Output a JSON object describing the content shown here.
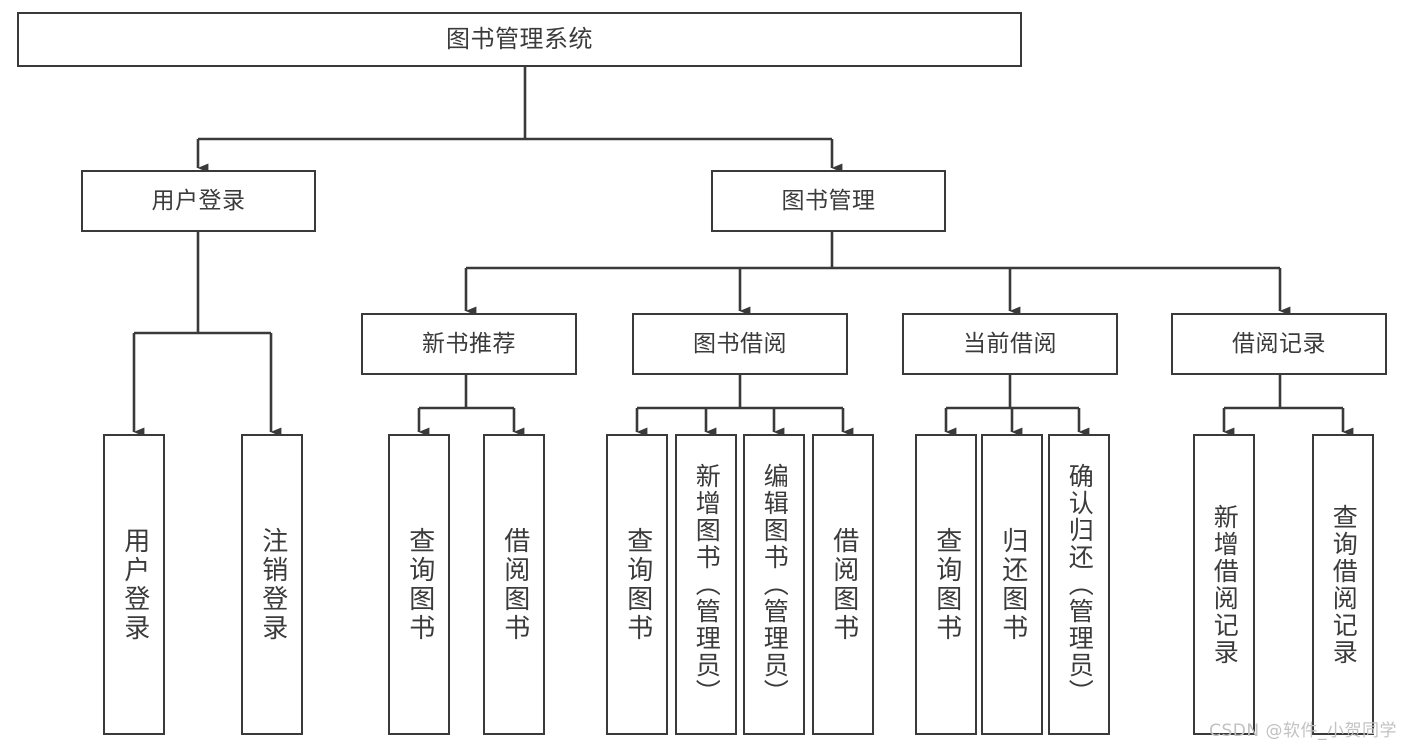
{
  "diagram": {
    "title": "图书管理系统",
    "type": "tree-hierarchy",
    "watermark": "CSDN @软件_小贺同学",
    "colors": {
      "stroke": "#3a3a3a",
      "text": "#3b3b3b",
      "background": "#ffffff",
      "watermark": "#c2c2c2"
    }
  },
  "nodes": {
    "root": {
      "label": "图书管理系统"
    },
    "level2": [
      {
        "id": "user-login",
        "label": "用户登录"
      },
      {
        "id": "book-manage",
        "label": "图书管理"
      }
    ],
    "level3": [
      {
        "id": "new-book-recommend",
        "label": "新书推荐"
      },
      {
        "id": "book-borrow",
        "label": "图书借阅"
      },
      {
        "id": "current-borrow",
        "label": "当前借阅"
      },
      {
        "id": "borrow-record",
        "label": "借阅记录"
      }
    ],
    "leaves": {
      "user-login": [
        {
          "id": "leaf-user-login",
          "label": "用户登录"
        },
        {
          "id": "leaf-logout-login",
          "label": "注销登录"
        }
      ],
      "new-book-recommend": [
        {
          "id": "leaf-query-book-1",
          "label": "查询图书"
        },
        {
          "id": "leaf-borrow-book-1",
          "label": "借阅图书"
        }
      ],
      "book-borrow": [
        {
          "id": "leaf-query-book-2",
          "label": "查询图书"
        },
        {
          "id": "leaf-add-book-admin",
          "label": "新增图书（管理员）"
        },
        {
          "id": "leaf-edit-book-admin",
          "label": "编辑图书（管理员）"
        },
        {
          "id": "leaf-borrow-book-2",
          "label": "借阅图书"
        }
      ],
      "current-borrow": [
        {
          "id": "leaf-query-book-3",
          "label": "查询图书"
        },
        {
          "id": "leaf-return-book",
          "label": "归还图书"
        },
        {
          "id": "leaf-confirm-return-admin",
          "label": "确认归还（管理员）"
        }
      ],
      "borrow-record": [
        {
          "id": "leaf-add-borrow-record",
          "label": "新增借阅记录"
        },
        {
          "id": "leaf-query-borrow-record",
          "label": "查询借阅记录"
        }
      ]
    }
  }
}
